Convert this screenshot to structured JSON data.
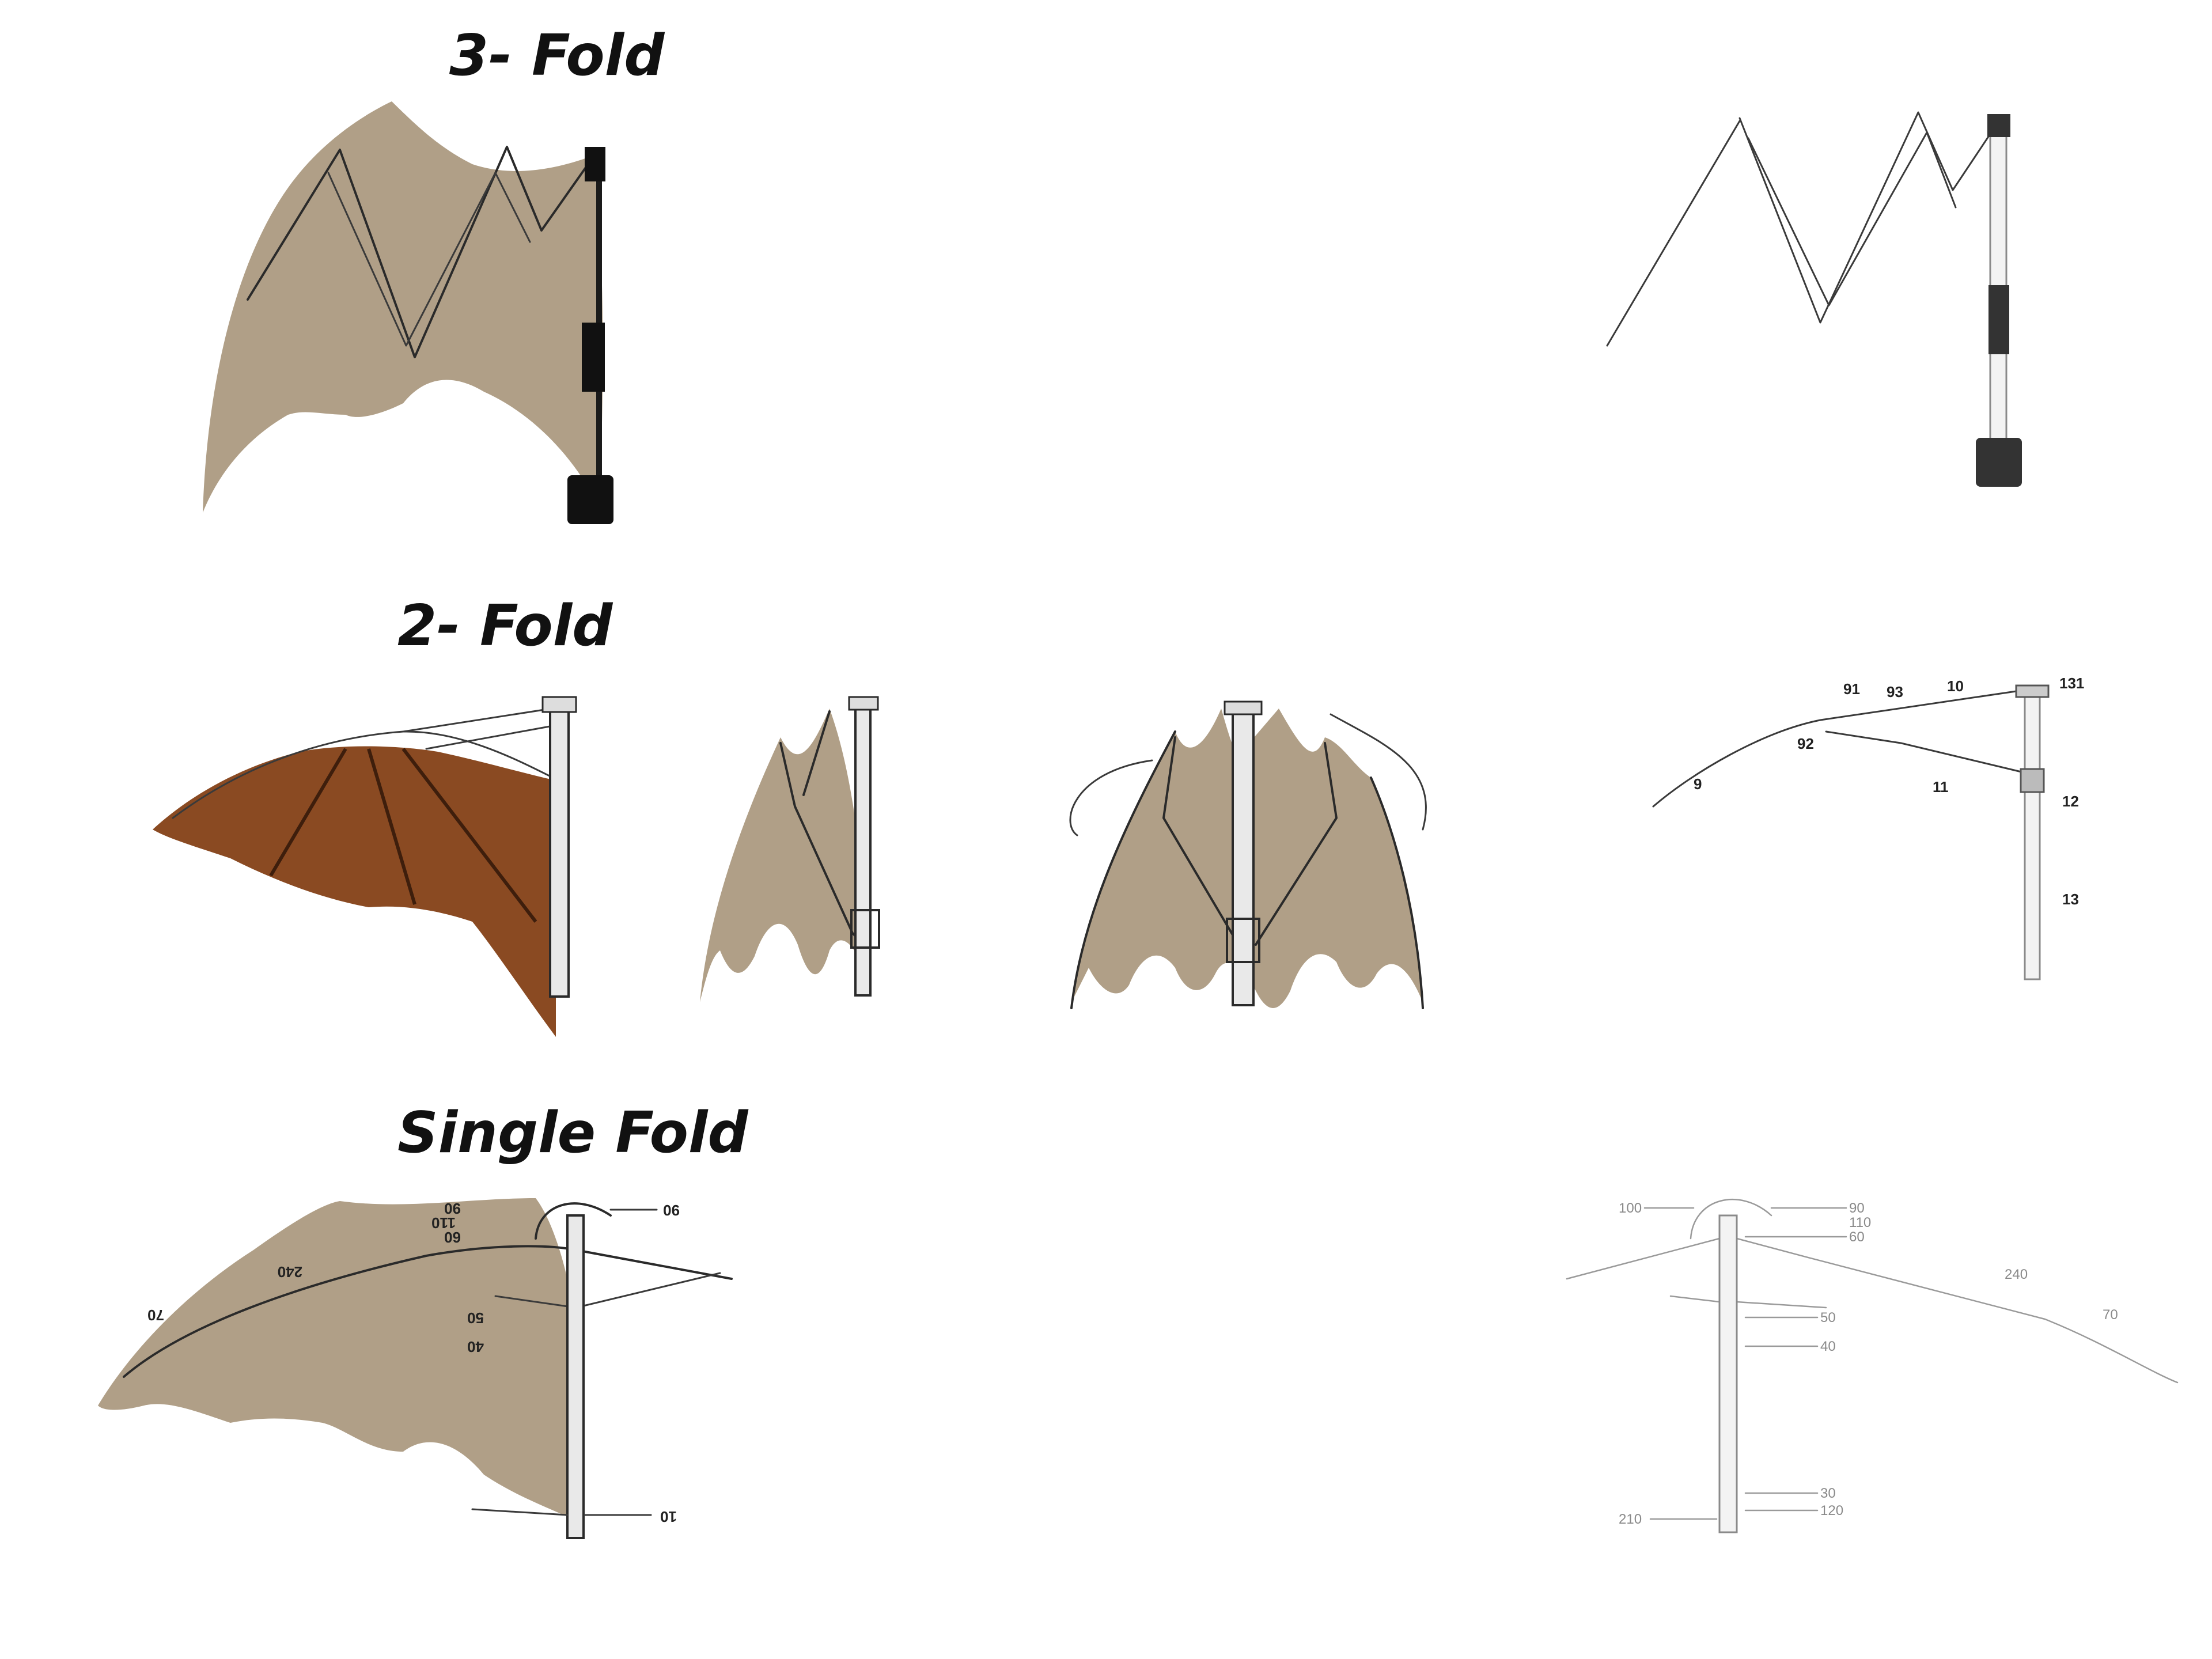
{
  "sections": [
    {
      "title": "3- Fold"
    },
    {
      "title": "2- Fold"
    },
    {
      "title": "Single Fold"
    }
  ],
  "callouts": {
    "two_fold_patent": [
      "91",
      "93",
      "10",
      "131",
      "92",
      "9",
      "11",
      "12",
      "13"
    ],
    "single_fold_patent": [
      "100",
      "90",
      "110",
      "60",
      "240",
      "70",
      "50",
      "40",
      "30",
      "120",
      "210"
    ],
    "single_fold_mirrored": [
      "90",
      "110",
      "60",
      "240",
      "70",
      "50",
      "40",
      "10"
    ]
  },
  "colors": {
    "membrane": "#b09f87",
    "bat_wing": "#8a4a22",
    "ink": "#111111"
  }
}
